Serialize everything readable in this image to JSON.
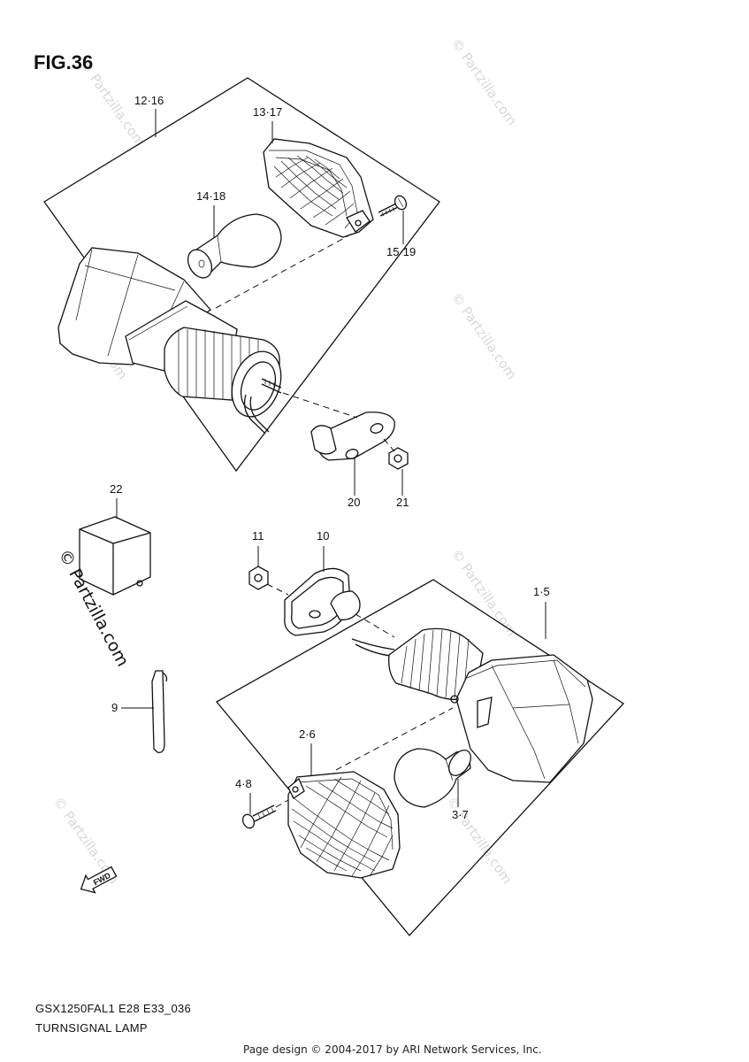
{
  "figure": {
    "number": "FIG.36",
    "model_code": "GSX1250FAL1 E28 E33_036",
    "title": "TURNSIGNAL LAMP",
    "credit": "Page design © 2004-2017 by ARI Network Services, Inc."
  },
  "callouts": {
    "c_12_16": "12·16",
    "c_13_17": "13·17",
    "c_14_18": "14·18",
    "c_15_19": "15·19",
    "c_20": "20",
    "c_21": "21",
    "c_22": "22",
    "c_11": "11",
    "c_10": "10",
    "c_1_5": "1·5",
    "c_9": "9",
    "c_2_6": "2·6",
    "c_4_8": "4·8",
    "c_3_7": "3·7"
  },
  "badges": {
    "fwd": "FWD"
  },
  "watermarks": {
    "text": "© Partzilla.com",
    "vertical": "© Partzilla.com"
  },
  "colors": {
    "line": "#111111",
    "watermark": "#d8d8d8",
    "background": "#ffffff"
  }
}
